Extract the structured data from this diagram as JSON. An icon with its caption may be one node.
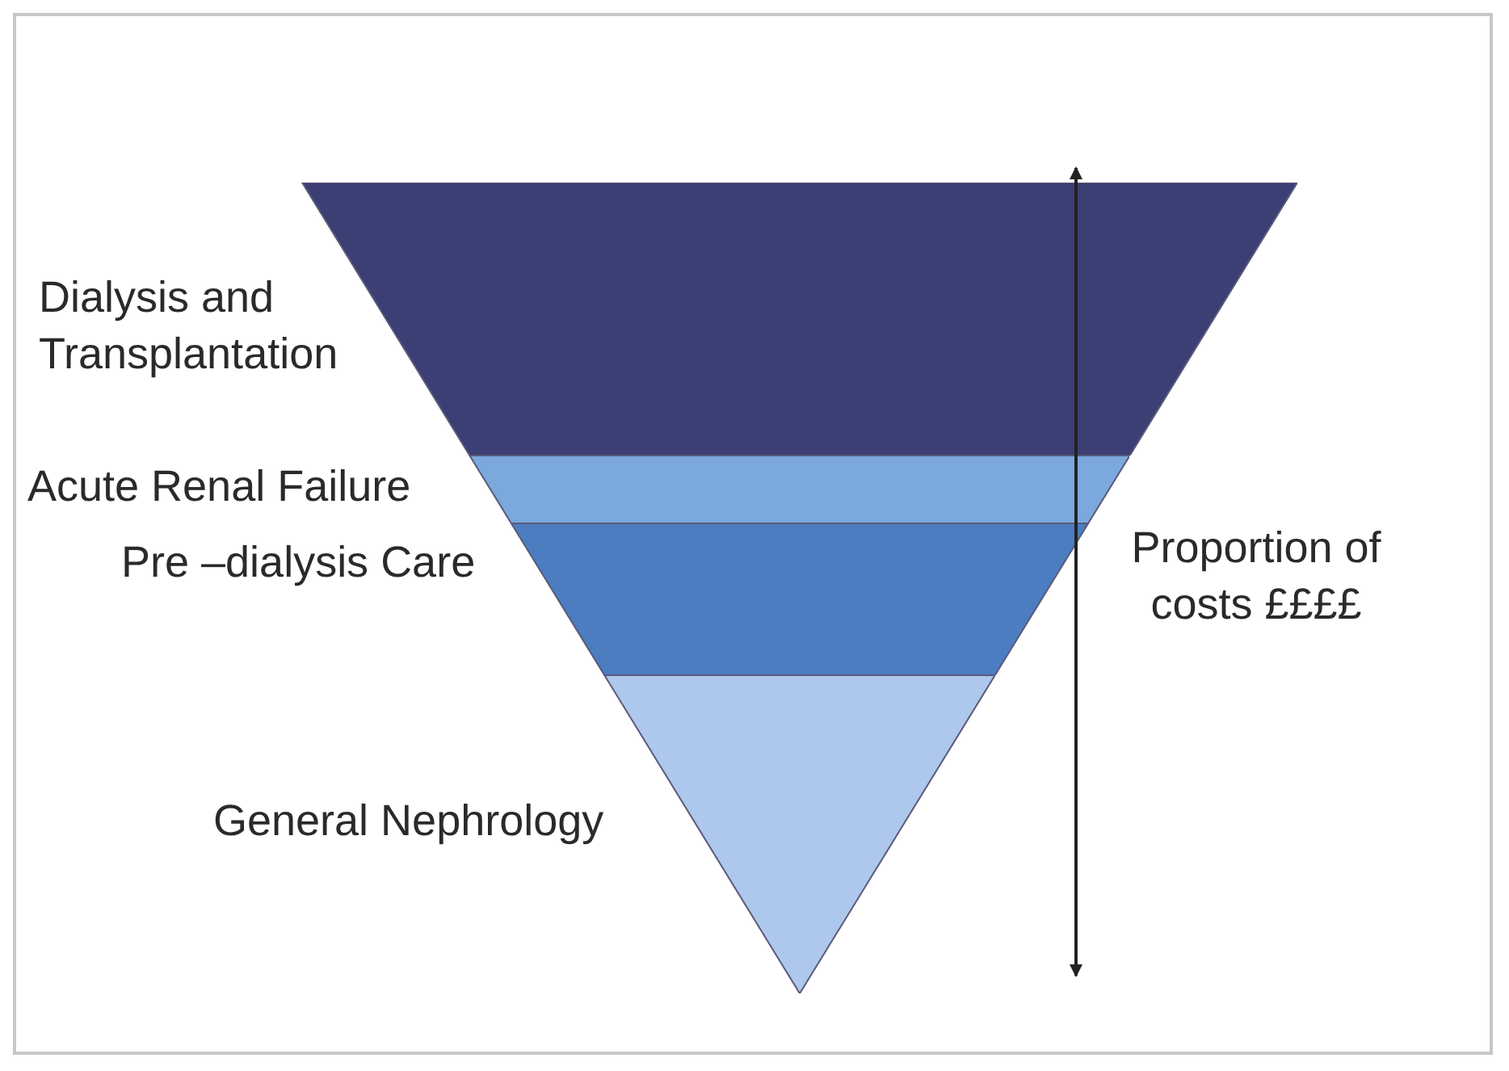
{
  "diagram": {
    "nodes": [
      {
        "text": [
          "Dialysis and Transplantation"
        ]
      },
      {
        "text": [
          "Acute Renal Failure"
        ]
      },
      {
        "text": [
          "Pre –dialysis Care"
        ]
      },
      {
        "text": [
          "General Nephrology"
        ]
      }
    ],
    "edges": [],
    "labels": [
      "Proportion of costs ££££"
    ]
  }
}
